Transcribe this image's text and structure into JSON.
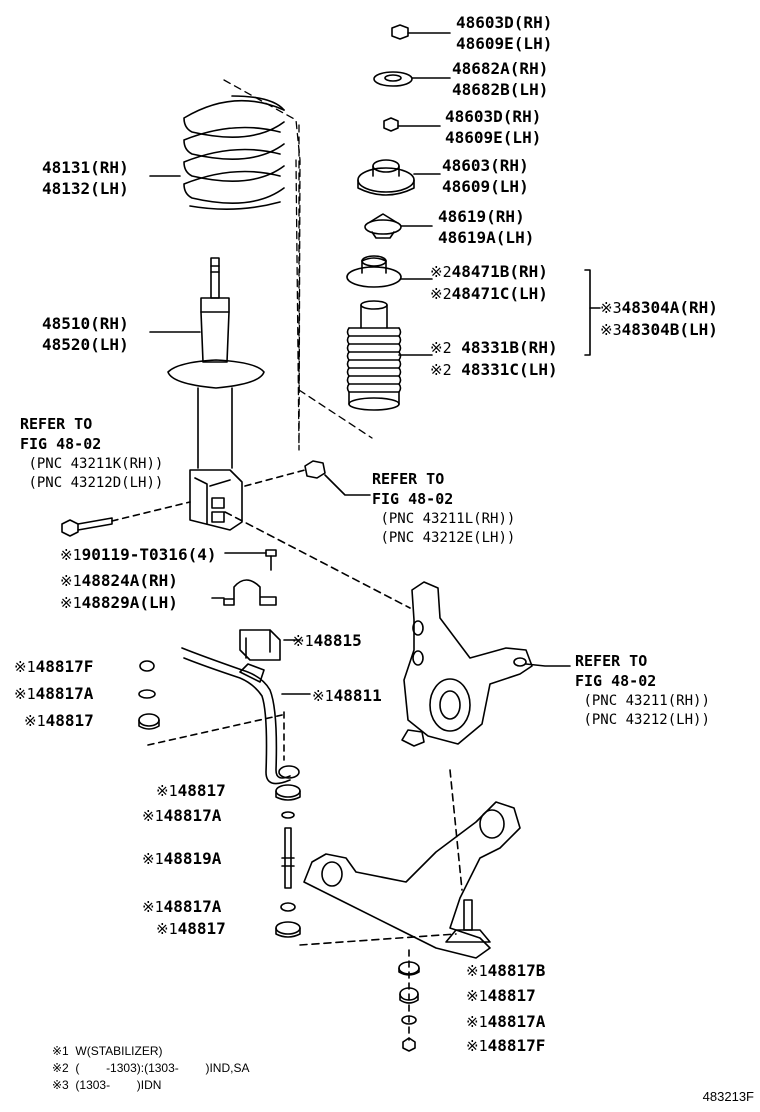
{
  "labels": {
    "top_nut": [
      "48603D(RH)",
      "48609E(LH)"
    ],
    "retainer": [
      "48682A(RH)",
      "48682B(LH)"
    ],
    "nut2": [
      "48603D(RH)",
      "48609E(LH)"
    ],
    "upper_support": [
      "48603(RH)",
      "48609(LH)"
    ],
    "spring_seat": [
      "48619(RH)",
      "48619A(LH)"
    ],
    "insulator": [
      "48471B(RH)",
      "48471C(LH)"
    ],
    "bound_stopper": [
      "48331B(RH)",
      "48331C(LH)"
    ],
    "strut_kit": [
      "48304A(RH)",
      "48304B(LH)"
    ],
    "coil_spring": [
      "48131(RH)",
      "48132(LH)"
    ],
    "absorber": [
      "48510(RH)",
      "48520(LH)"
    ],
    "bolt": "90119-T0316(4)",
    "bracket": [
      "48824A(RH)",
      "48829A(LH)"
    ],
    "bushing": "48815",
    "stab_bar": "48811",
    "left_stack": [
      "48817F",
      "48817A",
      "48817"
    ],
    "link_stack": [
      "48817",
      "48817A",
      "48819A",
      "48817A",
      "48817"
    ],
    "arm_stack": [
      "48817B",
      "48817",
      "48817A",
      "48817F"
    ]
  },
  "marks": {
    "m1": "※1",
    "m2": "※2",
    "m3": "※3"
  },
  "refs": {
    "r1": [
      "REFER TO",
      "FIG 48-02",
      "(PNC 43211K(RH))",
      "(PNC 43212D(LH))"
    ],
    "r2": [
      "REFER TO",
      "FIG 48-02",
      "(PNC 43211L(RH))",
      "(PNC 43212E(LH))"
    ],
    "r3": [
      "REFER TO",
      "FIG 48-02",
      "(PNC 43211(RH))",
      "(PNC 43212(LH))"
    ]
  },
  "notes": [
    "※1  W(STABILIZER)",
    "※2  (        -1303):(1303-        )IND,SA",
    "※3  (1303-        )IDN"
  ],
  "figure_code": "483213F"
}
